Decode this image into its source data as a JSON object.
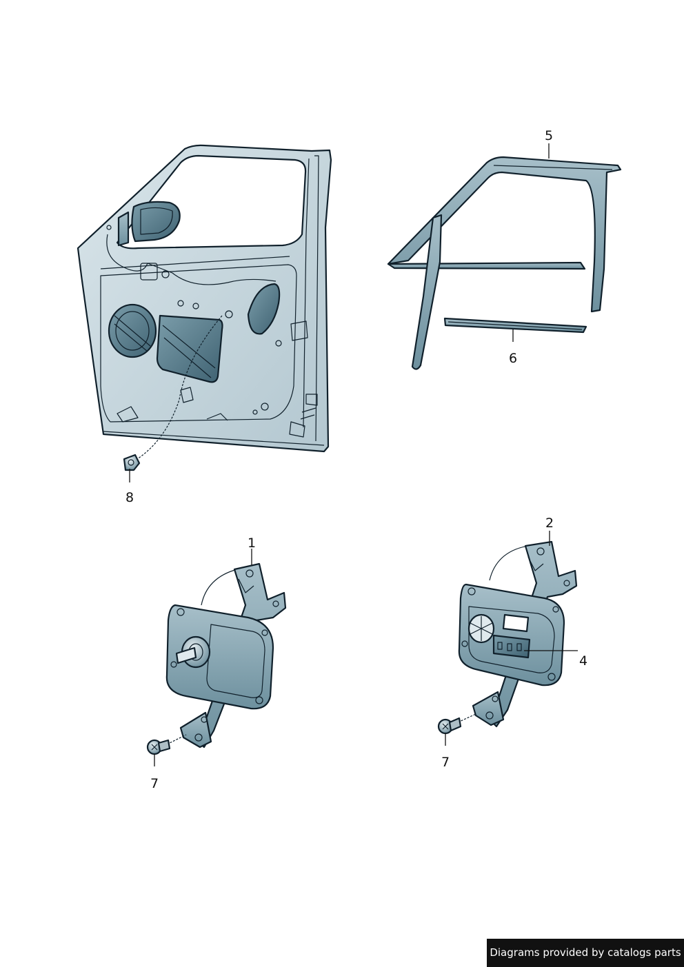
{
  "callouts": {
    "p1": "1",
    "p2": "2",
    "p4": "4",
    "p5": "5",
    "p6": "6",
    "p7a": "7",
    "p7b": "7",
    "p8": "8"
  },
  "credit": "Diagrams provided by catalogs parts",
  "colors": {
    "part_fill": "#c9d8de",
    "part_shade": "#5f8596",
    "outline": "#10202b",
    "credit_bg": "#111111",
    "credit_text": "#ffffff"
  }
}
